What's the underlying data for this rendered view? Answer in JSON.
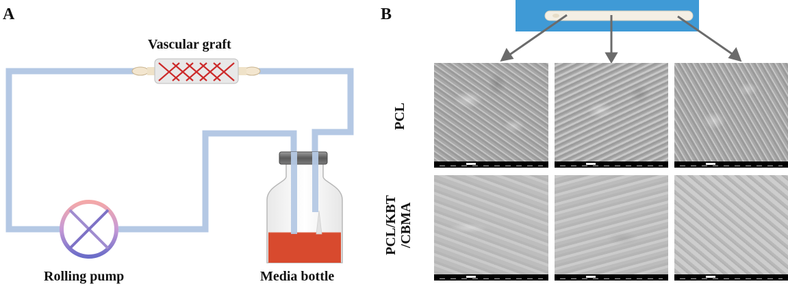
{
  "panel_a": {
    "letter": "A",
    "graft_label": "Vascular graft",
    "pump_label": "Rolling pump",
    "bottle_label": "Media bottle"
  },
  "panel_b": {
    "letter": "B",
    "row_labels": [
      "PCL",
      "PCL/KBT\n/CBMA"
    ]
  },
  "colors": {
    "tube": "#b4c8e4",
    "media": "#d84a2e",
    "graft_x": "#cc2a2a",
    "photo_bg": "#3f9ad6",
    "arrow": "#6b6b6b"
  }
}
